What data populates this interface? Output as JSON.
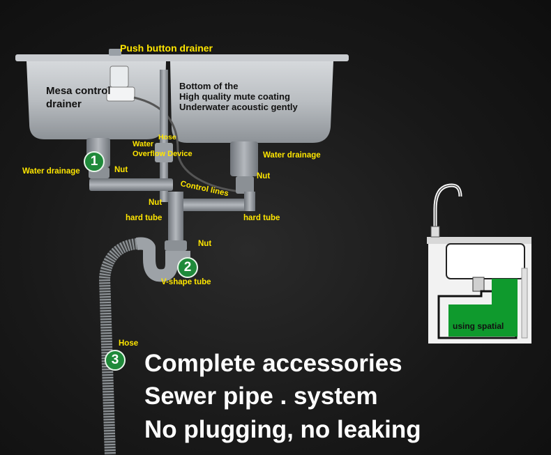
{
  "labels": {
    "push_button_drainer": "Push button drainer",
    "mesa_control_drainer_1": "Mesa control",
    "mesa_control_drainer_2": "drainer",
    "bottom_1": "Bottom of the",
    "bottom_2": "High quality mute coating",
    "bottom_3": "Underwater acoustic gently",
    "hose_top": "Hose",
    "water_overflow_1": "Water",
    "water_overflow_2": "Overflow Device",
    "water_drainage_left": "Water drainage",
    "water_drainage_right": "Water drainage",
    "nut_1": "Nut",
    "nut_2": "Nut",
    "nut_3": "Nut",
    "nut_4": "Nut",
    "control_lines": "Control lines",
    "hard_tube_left": "hard tube",
    "hard_tube_right": "hard tube",
    "v_shape_tube": "V-shape tube",
    "hose_bottom": "Hose",
    "using_spatial": "using spatial"
  },
  "badges": [
    "1",
    "2",
    "3"
  ],
  "headline": [
    "Complete accessories",
    "Sewer pipe . system",
    "No plugging, no leaking"
  ],
  "colors": {
    "label_yellow": "#ffe600",
    "badge_green": "#1f8a3a",
    "space_green": "#0f9a2d",
    "headline_white": "#ffffff"
  }
}
